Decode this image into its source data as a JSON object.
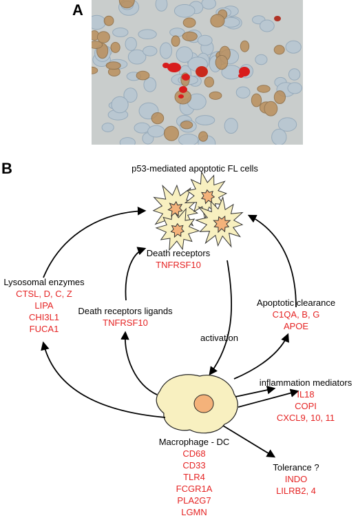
{
  "panel_a": {
    "letter": "A"
  },
  "panel_b": {
    "letter": "B",
    "top_title": "p53-mediated apoptotic FL cells",
    "death_receptors": {
      "title": "Death receptors",
      "genes": [
        "TNFRSF10"
      ]
    },
    "lysosomal": {
      "title": "Lysosomal enzymes",
      "genes": [
        "CTSL, D, C, Z",
        "LIPA",
        "CHI3L1",
        "FUCA1"
      ]
    },
    "ligands": {
      "title": "Death receptors ligands",
      "genes": [
        "TNFRSF10"
      ]
    },
    "clearance": {
      "title": "Apoptotic clearance",
      "genes": [
        "C1QA, B, G",
        "APOE"
      ]
    },
    "activation_label": "activation",
    "inflammation": {
      "title": "inflammation mediators",
      "genes": [
        "IL18",
        "COPI",
        "CXCL9,  10, 11"
      ]
    },
    "macrophage": {
      "title": "Macrophage - DC",
      "genes": [
        "CD68",
        "CD33",
        "TLR4",
        "FCGR1A",
        "PLA2G7",
        "LGMN"
      ]
    },
    "tolerance": {
      "title": "Tolerance ?",
      "genes": [
        "INDO",
        "LILRB2, 4"
      ]
    }
  },
  "colors": {
    "gene_text": "#e52222",
    "cell_fill": "#f8f0c0",
    "nucleus": "#f4b27a"
  }
}
